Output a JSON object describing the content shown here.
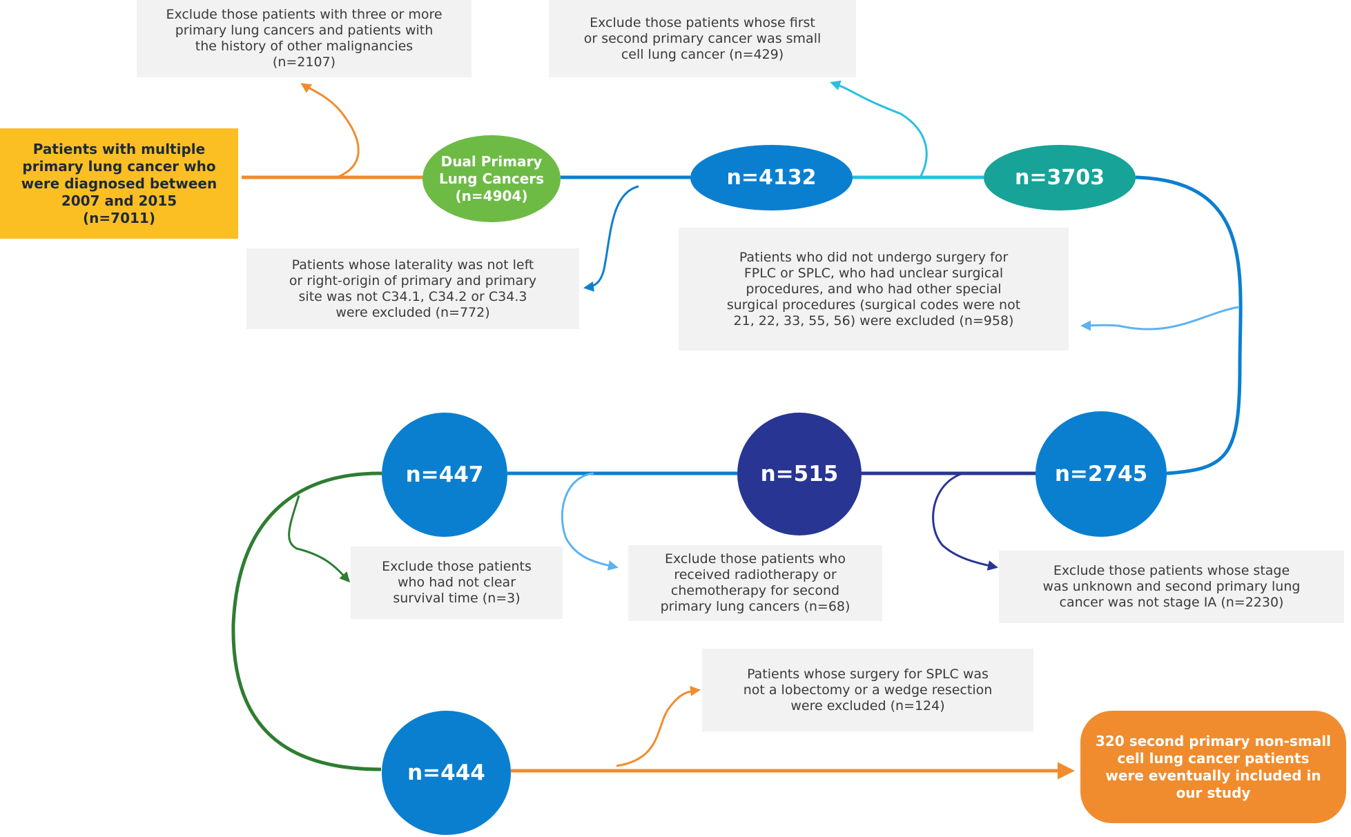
{
  "start_box": "Patients with multiple\nprimary lung cancer who\nwere diagnosed between\n2007 and 2015\n(n=7011)",
  "nodes": {
    "dual": "Dual Primary\nLung Cancers\n(n=4904)",
    "n4132": "n=4132",
    "n3703": "n=3703",
    "n2745": "n=2745",
    "n515": "n=515",
    "n447": "n=447",
    "n444": "n=444"
  },
  "final_box": "320 second primary non-small\ncell lung cancer patients\nwere eventually included in\nour study",
  "exclusions": {
    "ex_2107": "Exclude those patients with three or more\nprimary lung cancers and patients with\nthe history of other malignancies\n(n=2107)",
    "ex_429": "Exclude those patients whose first\nor second primary cancer was small\ncell lung cancer (n=429)",
    "ex_772": "Patients whose laterality was not left\nor right-origin of primary and primary\nsite was not C34.1, C34.2 or C34.3\nwere excluded (n=772)",
    "ex_958": "Patients who did not undergo surgery for\nFPLC or SPLC, who had unclear surgical\nprocedures, and who had other special\nsurgical procedures (surgical codes were not\n21, 22, 33, 55, 56) were excluded (n=958)",
    "ex_3": "Exclude those patients\nwho had not clear\nsurvival time (n=3)",
    "ex_68": "Exclude those patients who\nreceived radiotherapy or\nchemotherapy for second\nprimary lung cancers (n=68)",
    "ex_2230": "Exclude those patients whose stage\nwas unknown and second primary lung\ncancer was not stage IA (n=2230)",
    "ex_124": "Patients whose surgery for SPLC was\nnot a lobectomy or a wedge resection\nwere excluded (n=124)"
  },
  "colors": {
    "start": "#fbbf24",
    "dual": "#6dbb45",
    "blue": "#0a7fd0",
    "teal": "#17a398",
    "navy": "#283593",
    "final": "#f08c2e",
    "orange_line": "#f08c2e",
    "cyan_line": "#26c0e0",
    "light_blue_line": "#5db2f0",
    "green_line": "#2e7d32",
    "box_bg": "#f2f2f2"
  }
}
